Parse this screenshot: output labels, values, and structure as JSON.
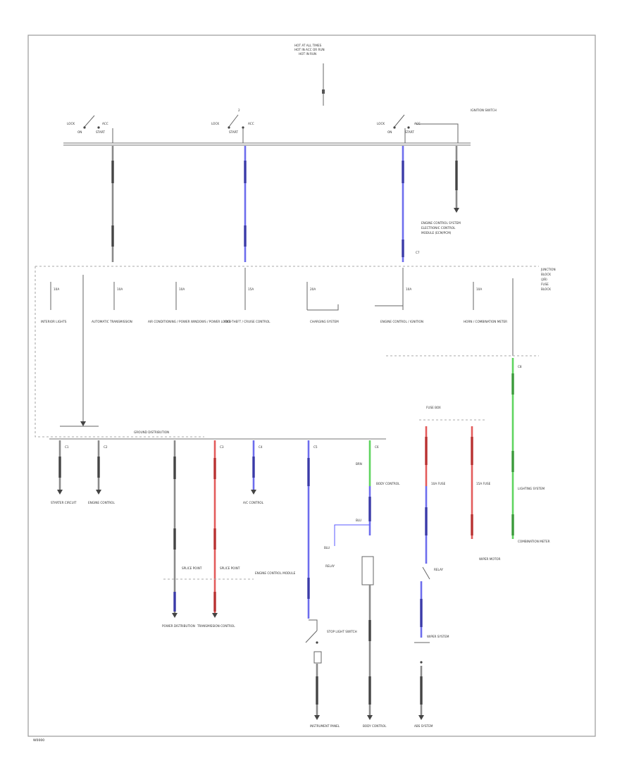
{
  "page_code": "W0000",
  "title_box": [
    "HOT AT ALL TIMES",
    "HOT IN ACC OR RUN",
    "HOT IN RUN"
  ],
  "ignition_switch_label": "IGNITION SWITCH",
  "switch_labels": {
    "sw1": [
      "LOCK",
      "ACC",
      "ON",
      "START"
    ],
    "sw2": [
      "LOCK",
      "ACC",
      "START"
    ],
    "sw3": [
      "LOCK",
      "ACC",
      "ON",
      "START"
    ]
  },
  "fuse_block_label": [
    "JUNCTION",
    "BLOCK",
    "(J/B)",
    "FUSE",
    "BLOCK"
  ],
  "fuse_labels": [
    "10A",
    "10A",
    "10A",
    "15A",
    "20A",
    "10A",
    "10A"
  ],
  "upper_circuits": [
    "INTERIOR LIGHTS",
    "AUTOMATIC TRANSMISSION",
    "AIR CONDITIONING / POWER WINDOWS / POWER LOCKS",
    "ANTI-THEFT / CRUISE CONTROL",
    "CHARGING SYSTEM",
    "ENGINE CONTROL / IGNITION",
    "HORN / COMBINATION METER"
  ],
  "ground_label": "GROUND DISTRIBUTION",
  "bottom_circuits": [
    "STARTER CIRCUIT",
    "ENGINE CONTROL",
    "POWER DISTRIBUTION",
    "TRANSMISSION CONTROL",
    "A/C CONTROL",
    "INSTRUMENT PANEL",
    "BODY CONTROL",
    "LIGHTING SYSTEM",
    "WIPER SYSTEM",
    "ABS SYSTEM"
  ],
  "relay_labels": [
    "RELAY",
    "RELAY",
    "STOP LIGHT SWITCH",
    "SPLICE POINT",
    "SPLICE POINT",
    "FUSE BOX"
  ],
  "connector_labels": [
    "C1",
    "C2",
    "C3",
    "C4",
    "C5",
    "C6",
    "C7",
    "C8"
  ]
}
